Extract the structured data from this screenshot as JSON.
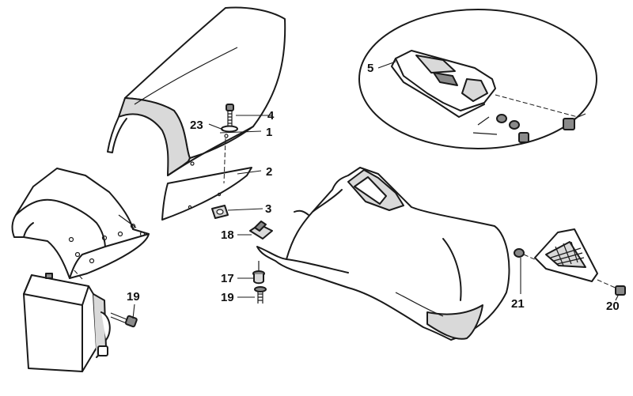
{
  "callouts": {
    "c1": "1",
    "c2": "2",
    "c3": "3",
    "c4": "4",
    "c5": "5",
    "c17": "17",
    "c18": "18",
    "c19a": "19",
    "c19b": "19",
    "c20": "20",
    "c21": "21",
    "c23": "23"
  }
}
